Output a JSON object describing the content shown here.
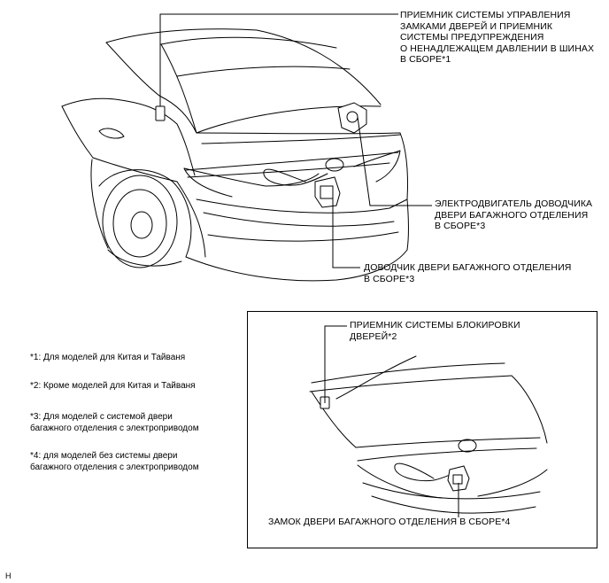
{
  "callouts": {
    "receiver_main": "ПРИЕМНИК СИСТЕМЫ УПРАВЛЕНИЯ\nЗАМКАМИ ДВЕРЕЙ И ПРИЕМНИК\nСИСТЕМЫ ПРЕДУПРЕЖДЕНИЯ\nО НЕНАДЛЕЖАЩЕМ ДАВЛЕНИИ В ШИНАХ\nВ СБОРЕ*1",
    "closer_motor": "ЭЛЕКТРОДВИГАТЕЛЬ ДОВОДЧИКА\nДВЕРИ БАГАЖНОГО ОТДЕЛЕНИЯ\nВ СБОРЕ*3",
    "door_closer": "ДОВОДЧИК ДВЕРИ БАГАЖНОГО ОТДЕЛЕНИЯ\nВ СБОРЕ*3",
    "lock_receiver": "ПРИЕМНИК СИСТЕМЫ БЛОКИРОВКИ\nДВЕРЕЙ*2",
    "trunk_lock": "ЗАМОК ДВЕРИ БАГАЖНОГО ОТДЕЛЕНИЯ В СБОРЕ*4"
  },
  "notes": {
    "n1": "*1: Для моделей для Китая и Тайваня",
    "n2": "*2: Кроме моделей для Китая и Тайваня",
    "n3": "*3: Для моделей с системой двери\nбагажного отделения с электроприводом",
    "n4": "*4: для моделей без системы двери\nбагажного отделения с электроприводом"
  },
  "corner_code": "H"
}
